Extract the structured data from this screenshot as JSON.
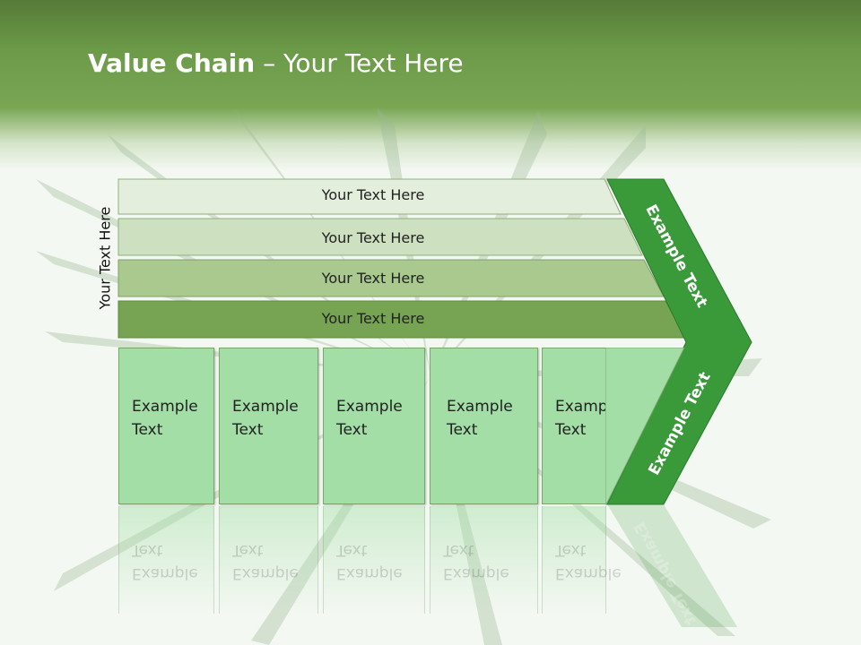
{
  "title": {
    "bold": "Value Chain",
    "rest": " – Your Text Here"
  },
  "side_label": "Your Text Here",
  "bars": [
    {
      "label": "Your Text Here"
    },
    {
      "label": "Your Text Here"
    },
    {
      "label": "Your Text Here"
    },
    {
      "label": "Your Text Here"
    }
  ],
  "boxes": [
    {
      "line1": "Example",
      "line2": "Text"
    },
    {
      "line1": "Example",
      "line2": "Text"
    },
    {
      "line1": "Example",
      "line2": "Text"
    },
    {
      "line1": "Example",
      "line2": "Text"
    },
    {
      "line1": "Example",
      "line2": "Text"
    }
  ],
  "arrow": {
    "upper": "Example Text",
    "lower": "Example Text"
  },
  "colors": {
    "header": "#6b9a48",
    "bar1": "#e4eedc",
    "bar2": "#cde0c0",
    "bar3": "#a9c98f",
    "bar4": "#76a452",
    "box": "#a2dea6",
    "arrow": "#3a9a3a"
  }
}
